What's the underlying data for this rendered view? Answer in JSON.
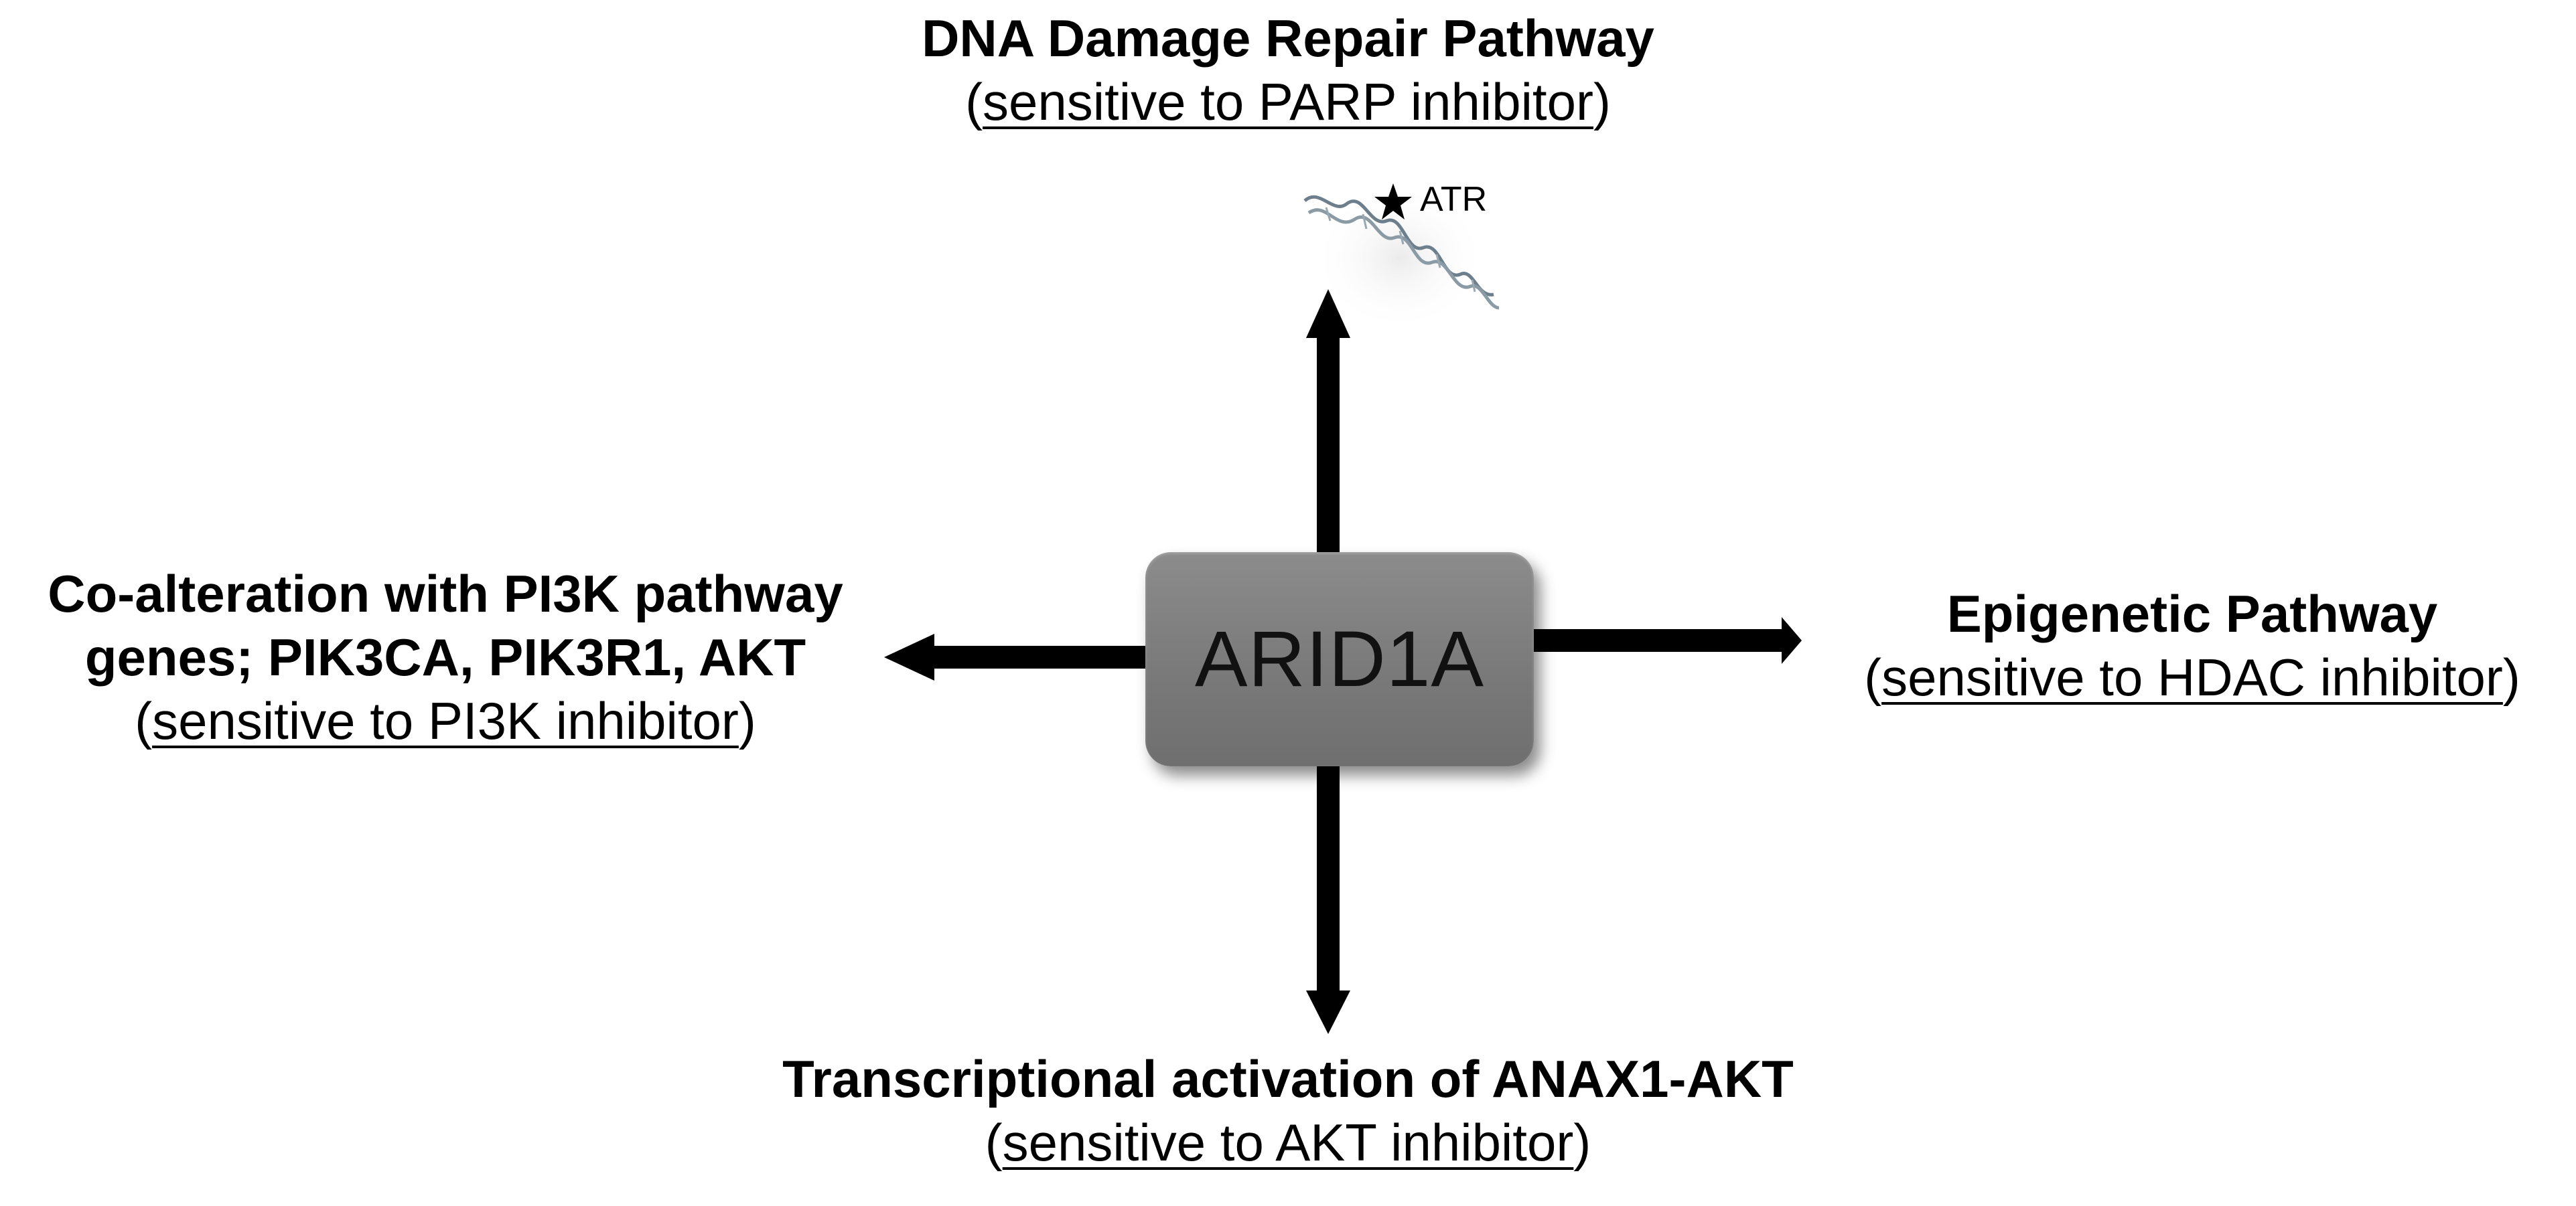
{
  "center": {
    "label": "ARID1A"
  },
  "top": {
    "title": "DNA Damage Repair Pathway",
    "paren_open": "(",
    "sensitivity": "sensitive to PARP inhibitor",
    "paren_close": ")",
    "marker_label": "ATR",
    "marker_icon": "star-icon",
    "structure_icon": "dna-helix-icon"
  },
  "right": {
    "title": "Epigenetic Pathway",
    "paren_open": "(",
    "sensitivity": "sensitive to HDAC inhibitor",
    "paren_close": ")"
  },
  "bottom": {
    "title": "Transcriptional activation of ANAX1-AKT",
    "paren_open": "(",
    "sensitivity": "sensitive to AKT inhibitor",
    "paren_close": ")"
  },
  "left": {
    "title_line1": "Co-alteration with PI3K pathway",
    "title_line2": "genes; PIK3CA, PIK3R1, AKT",
    "paren_open": "(",
    "sensitivity": "sensitive to PI3K inhibitor",
    "paren_close": ")"
  },
  "colors": {
    "arrow": "#000000",
    "box_fill": "#808080",
    "text": "#000000"
  }
}
